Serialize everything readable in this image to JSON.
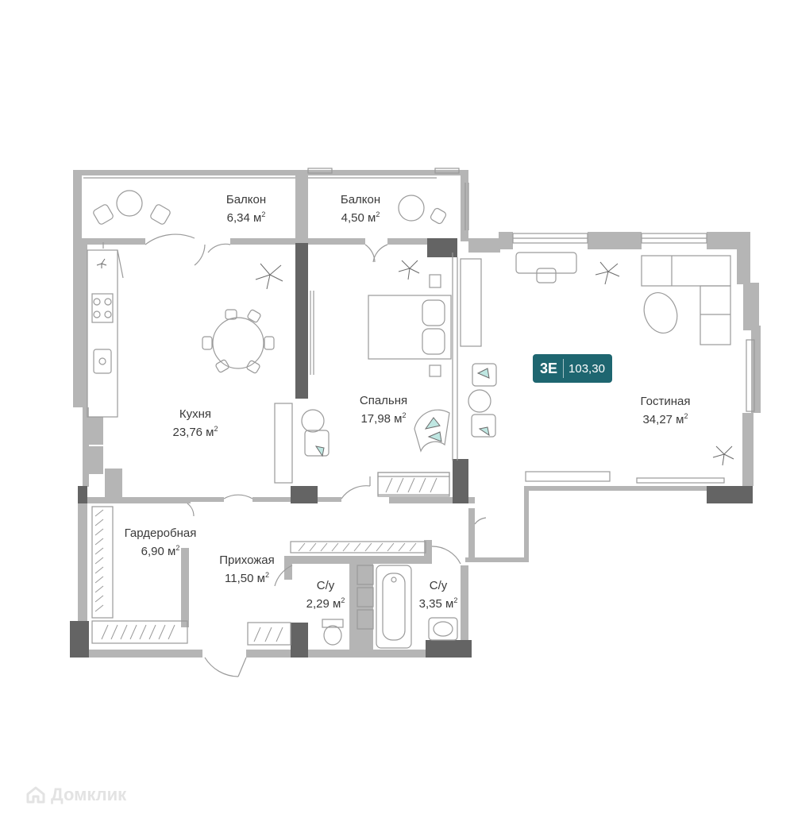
{
  "apartment": {
    "type": "3E",
    "total_area": "103,30"
  },
  "rooms": {
    "balcony_1": {
      "name": "Балкон",
      "area": "6,34 м"
    },
    "balcony_2": {
      "name": "Балкон",
      "area": "4,50 м"
    },
    "kitchen": {
      "name": "Кухня",
      "area": "23,76 м"
    },
    "bedroom": {
      "name": "Спальня",
      "area": "17,98 м"
    },
    "living": {
      "name": "Гостиная",
      "area": "34,27 м"
    },
    "wardrobe": {
      "name": "Гардеробная",
      "area": "6,90 м"
    },
    "hall": {
      "name": "Прихожая",
      "area": "11,50 м"
    },
    "bath_1": {
      "name": "С/у",
      "area": "2,29 м"
    },
    "bath_2": {
      "name": "С/у",
      "area": "3,35 м"
    }
  },
  "unit_superscript": "2",
  "watermark": "Домклик",
  "colors": {
    "wall_light": "#b5b5b5",
    "wall_dark": "#646464",
    "badge": "#1e6670",
    "accent": "#8fd3cc",
    "line": "#9a9a9a"
  }
}
